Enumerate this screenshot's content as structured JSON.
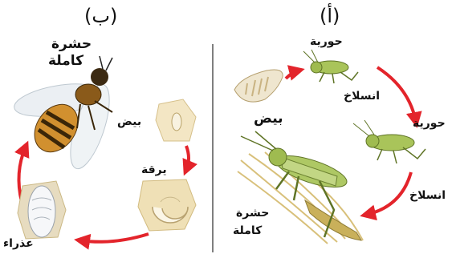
{
  "panel_b": {
    "label": "(ب)",
    "stages": {
      "adult": "حشرة كاملة",
      "adult_line1": "حشرة",
      "adult_line2": "كاملة",
      "egg": "بيض",
      "larva": "يرقة",
      "pupa": "عذراء"
    }
  },
  "panel_a": {
    "label": "(أ)",
    "stages": {
      "egg": "بيض",
      "nymph_1": "حورية",
      "molt_1": "انسلاخ",
      "nymph_2": "حورية",
      "molt_2": "انسلاخ",
      "adult_line1": "حشرة",
      "adult_line2": "كاملة"
    }
  },
  "colors": {
    "arrow": "#e3242b",
    "divider": "#555555",
    "grasshopper": "#a9c45a",
    "bee_body": "#c98a2e"
  }
}
